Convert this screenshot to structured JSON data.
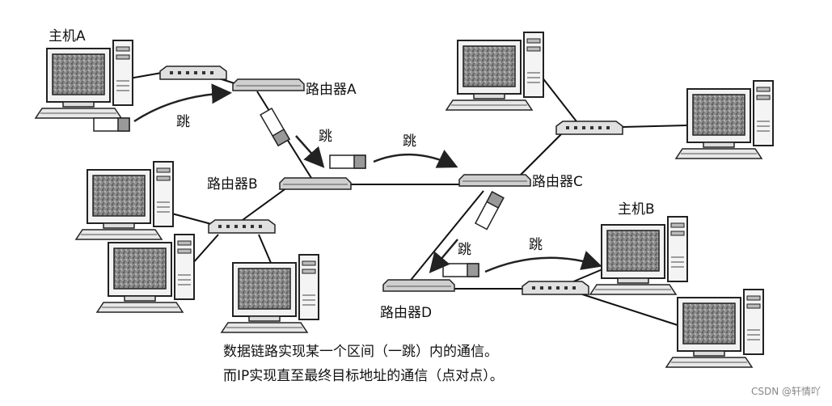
{
  "labels": {
    "host_a": "主机A",
    "host_b": "主机B",
    "router_a": "路由器A",
    "router_b": "路由器B",
    "router_c": "路由器C",
    "router_d": "路由器D",
    "hop": "跳"
  },
  "caption": {
    "line1": "数据链路实现某一个区间（一跳）内的通信。",
    "line2": "而IP实现直至最终目标地址的通信（点对点）。"
  },
  "watermark": "CSDN @轩情吖"
}
